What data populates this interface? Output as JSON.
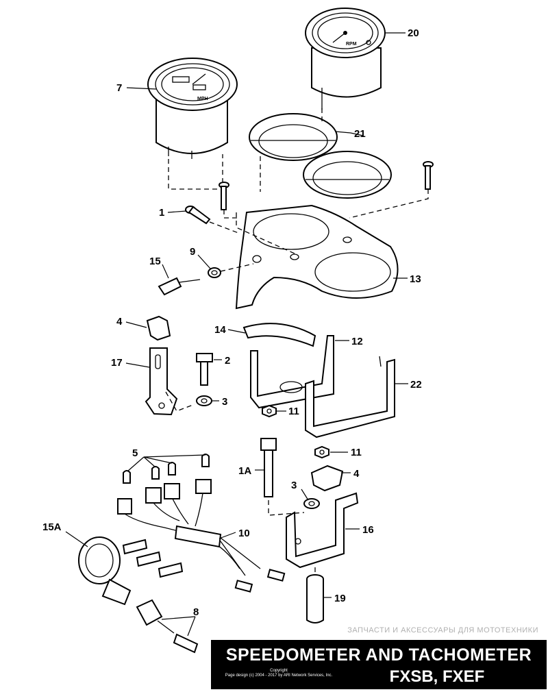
{
  "callouts": {
    "c1": "1",
    "c1a": "1A",
    "c2": "2",
    "c3a": "3",
    "c3b": "3",
    "c4a": "4",
    "c4b": "4",
    "c5": "5",
    "c7": "7",
    "c8": "8",
    "c9": "9",
    "c10": "10",
    "c11a": "11",
    "c11b": "11",
    "c12": "12",
    "c13": "13",
    "c14": "14",
    "c15": "15",
    "c15a": "15A",
    "c16": "16",
    "c17": "17",
    "c19": "19",
    "c20": "20",
    "c21": "21",
    "c22": "22"
  },
  "gauges": {
    "speedometer_unit": "MPH",
    "tachometer_unit": "RPM"
  },
  "watermark": "ЗАПЧАСТИ И АКСЕССУАРЫ ДЛЯ МОТОТЕХНИКИ",
  "title": {
    "line1": "SPEEDOMETER AND TACHOMETER",
    "line2": "FXSB, FXEF",
    "copyright_label": "Copyright",
    "copyright_text": "Page design (c) 2004 - 2017 by ARI Network Services, Inc."
  }
}
